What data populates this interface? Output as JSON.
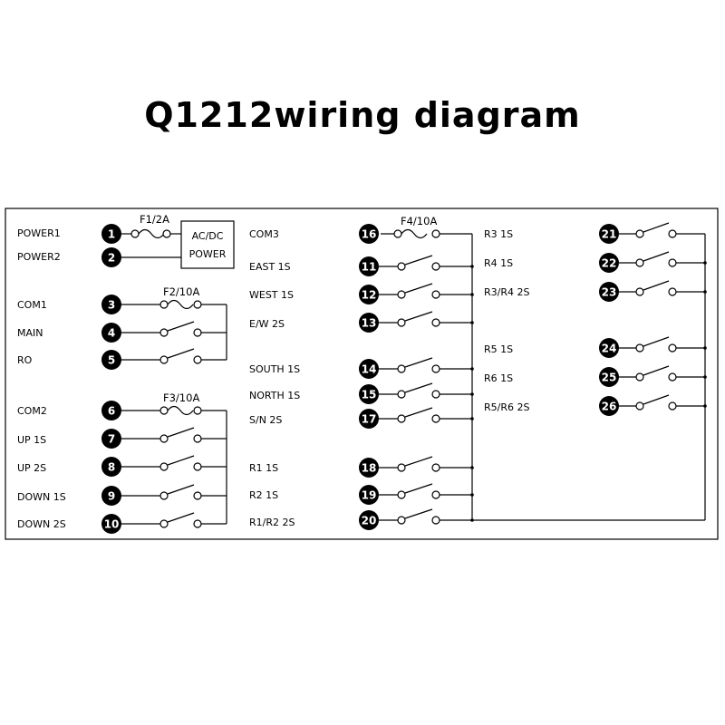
{
  "title": "Q1212wiring diagram",
  "left_labels": {
    "power1": "POWER1",
    "power2": "POWER2",
    "com1": "COM1",
    "main": "MAIN",
    "ro": "RO",
    "com2": "COM2",
    "up1s": "UP  1S",
    "up2s": "UP  2S",
    "down1s": "DOWN 1S",
    "down2s": "DOWN 2S"
  },
  "mid_labels": {
    "com3": "COM3",
    "east1s": "EAST 1S",
    "west1s": "WEST 1S",
    "ew2s": "E/W  2S",
    "south1s": "SOUTH 1S",
    "north1s": "NORTH 1S",
    "sn2s": "S/N  2S",
    "r1_1s": "R1  1S",
    "r2_1s": "R2  1S",
    "r1r2_2s": "R1/R2  2S"
  },
  "right_labels": {
    "r3_1s": "R3  1S",
    "r4_1s": "R4  1S",
    "r3r4_2s": "R3/R4  2S",
    "r5_1s": "R5  1S",
    "r6_1s": "R6  1S",
    "r5r6_2s": "R5/R6  2S"
  },
  "fuses": {
    "f1": "F1/2A",
    "f2": "F2/10A",
    "f3": "F3/10A",
    "f4": "F4/10A"
  },
  "power_box": {
    "line1": "AC/DC",
    "line2": "POWER"
  },
  "terminals": {
    "t1": "1",
    "t2": "2",
    "t3": "3",
    "t4": "4",
    "t5": "5",
    "t6": "6",
    "t7": "7",
    "t8": "8",
    "t9": "9",
    "t10": "10",
    "t11": "11",
    "t12": "12",
    "t13": "13",
    "t14": "14",
    "t15": "15",
    "t16": "16",
    "t17": "17",
    "t18": "18",
    "t19": "19",
    "t20": "20",
    "t21": "21",
    "t22": "22",
    "t23": "23",
    "t24": "24",
    "t25": "25",
    "t26": "26"
  }
}
